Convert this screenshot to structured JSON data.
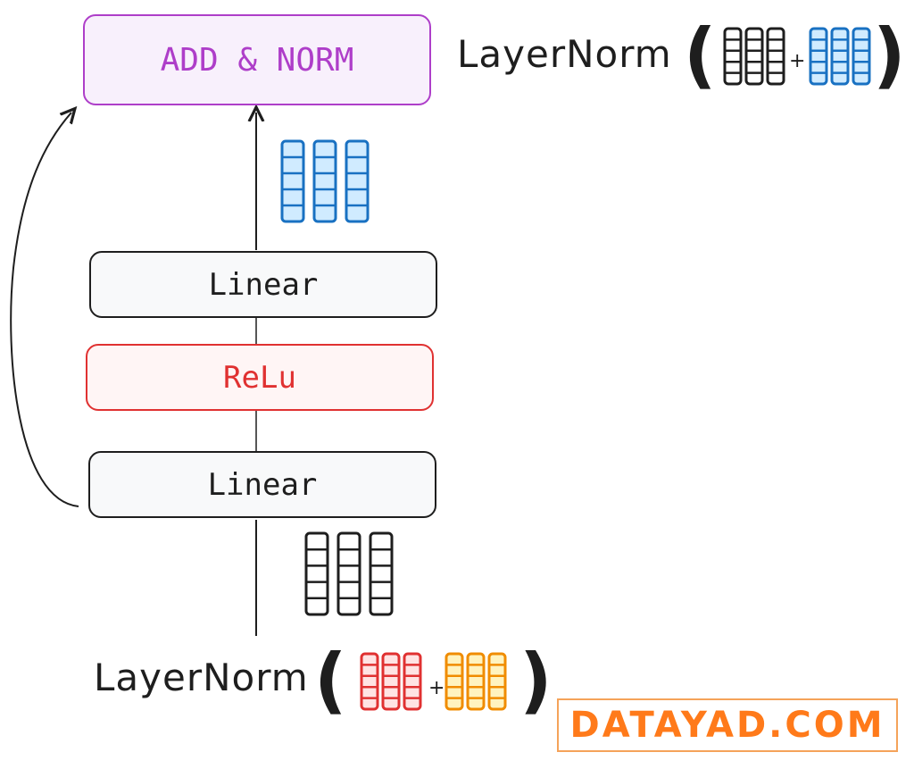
{
  "blocks": {
    "add_norm": "ADD & NORM",
    "linear_top": "Linear",
    "relu": "ReLu",
    "linear_bottom": "Linear"
  },
  "formulas": {
    "top": {
      "label": "LayerNorm",
      "open": "(",
      "plus": "+",
      "close": ")"
    },
    "bottom": {
      "label": "LayerNorm",
      "open": "(",
      "plus": "+",
      "close": ")"
    }
  },
  "logo": {
    "text": "DATAYAD.COM"
  },
  "colors": {
    "purple": "#ae3ec9",
    "red": "#e03131",
    "blue": "#1971c2",
    "orange": "#f08c00",
    "black": "#1e1e1e",
    "logo": "#ff7a1a"
  },
  "vector_stacks": [
    {
      "name": "output-vectors",
      "color": "blue",
      "fill": "#d0ebff",
      "columns": 3,
      "cells": 5
    },
    {
      "name": "input-vectors",
      "color": "black",
      "fill": "#ffffff",
      "columns": 3,
      "cells": 5
    },
    {
      "name": "top-formula-input-vectors",
      "color": "black",
      "fill": "#ffffff",
      "columns": 3,
      "cells": 5
    },
    {
      "name": "top-formula-output-vectors",
      "color": "blue",
      "fill": "#d0ebff",
      "columns": 3,
      "cells": 5
    },
    {
      "name": "bottom-formula-attention-vectors",
      "color": "red",
      "fill": "#ffe3e3",
      "columns": 3,
      "cells": 5
    },
    {
      "name": "bottom-formula-residual-vectors",
      "color": "orange",
      "fill": "#fff3bf",
      "columns": 3,
      "cells": 5
    }
  ]
}
